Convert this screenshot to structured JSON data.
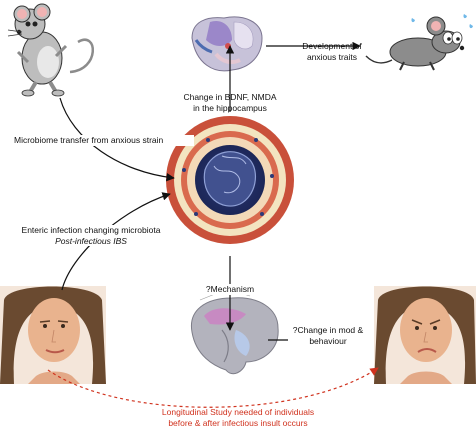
{
  "labels": {
    "development_line1": "Development of",
    "development_line2": "anxious traits",
    "bdnf_line1": "Change in BDNF, NMDA",
    "bdnf_line2": "in the hippocampus",
    "microbiome_transfer": "Microbiome transfer from anxious strain",
    "enteric_line1": "Enteric infection changing microbiota",
    "enteric_line2": "Post-infectious IBS",
    "mechanism": "?Mechanism",
    "mood_line1": "?Change in mod &",
    "mood_line2": "behaviour",
    "longitudinal_line1": "Longitudinal Study needed of individuals",
    "longitudinal_line2": "before & after infectious insult occurs"
  },
  "colors": {
    "arrow": "#111111",
    "dashed_arrow": "#d0321e",
    "gut_outer": "#c9503a",
    "gut_inner": "#f3e4c0",
    "lumen": "#2b3a78",
    "mouse_grey": "#8c8c8c",
    "brain_grey": "#9a9aa6",
    "skin": "#e9b38e",
    "hair": "#6a4a30"
  },
  "icons": {
    "mouse_top_left": "cartoon-mouse",
    "mouse_top_right": "anxious-mouse",
    "brain_top": "mouse-brain-section",
    "gut": "gut-cross-section",
    "brain_bottom": "human-brain",
    "face_left": "woman-neutral-face",
    "face_right": "woman-worried-face"
  }
}
